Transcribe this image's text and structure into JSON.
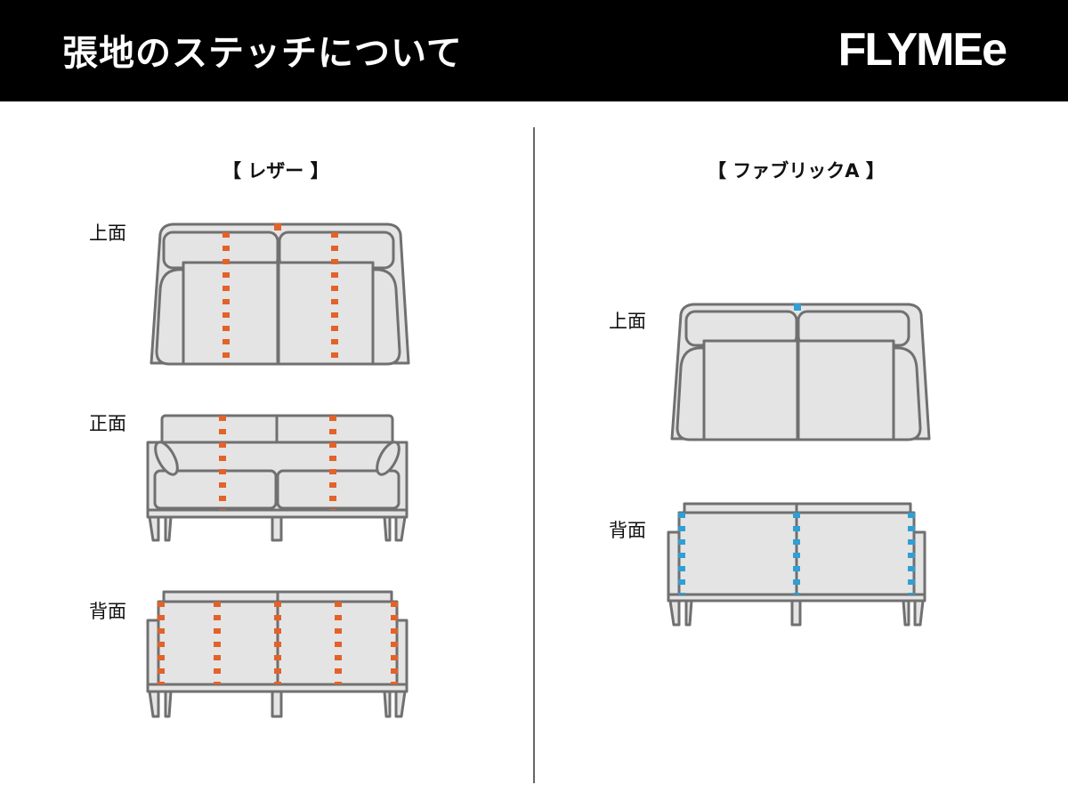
{
  "header": {
    "title": "張地のステッチについて",
    "brand": "FLYMEe"
  },
  "columns": {
    "leather": {
      "title": "【 レザー 】",
      "top_label": "上面",
      "front_label": "正面",
      "back_label": "背面"
    },
    "fabric": {
      "title": "【 ファブリックA 】",
      "top_label": "上面",
      "back_label": "背面"
    }
  },
  "colors": {
    "leather_stitch": "#e2622a",
    "fabric_stitch": "#2f9fd4",
    "sofa_fill": "#e4e4e4",
    "sofa_stroke": "#707070"
  }
}
